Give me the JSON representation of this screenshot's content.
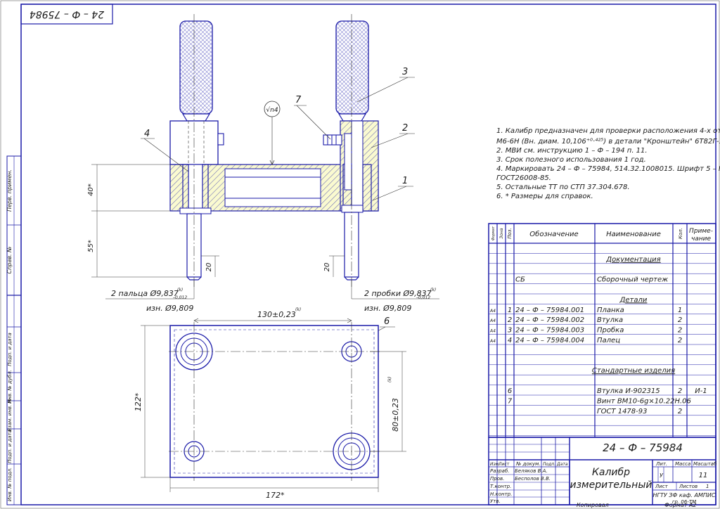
{
  "drawing": {
    "code_rotated": "24 – Ф – 75984",
    "roughness": "√n4",
    "callouts": [
      "1",
      "2",
      "3",
      "4",
      "6",
      "7"
    ]
  },
  "side_labels": [
    "Перв. примен.",
    "Справ. №",
    "Подп. и дата",
    "Инв. № дубл.",
    "Взам. инв. №",
    "Подп. и дата",
    "Инв. № подл."
  ],
  "dimensions": {
    "h40": "40*",
    "h55": "55*",
    "d20_left": "20",
    "d20_right": "20",
    "fingers": "2 пальца Ø9,837",
    "fingers_tol": "–0,012",
    "fingers_wear": "изн. Ø9,809",
    "probes": "2 пробки Ø9,837",
    "probes_tol": "–0,012",
    "probes_wear": "изн. Ø9,809",
    "k": "(k)",
    "d130": "130±0,23",
    "d80": "80±0,23",
    "d122": "122*",
    "d172": "172*"
  },
  "notes": [
    "1. Калибр предназначен для проверки расположения 4-х отверстий",
    "М6-6Н (Вн. диам. 10,106⁺⁰·⁴²⁵) в детали \"Кронштейн\" 6Т82Г-1.70.105.",
    "2. МВИ см. инструкцию 1 – Ф – 194 п. 11.",
    "3. Срок полезного использования 1 год.",
    "4. Маркировать 24 – Ф – 75984, 514.32.1008015. Шрифт 5 – Пр3",
    "ГОСТ26008-85.",
    "5. Остальные ТТ по СТП 37.304.678.",
    "6. * Размеры для справок."
  ],
  "spec": {
    "headers": {
      "format": "Формат",
      "zone": "Зона",
      "pos": "Поз.",
      "designation": "Обозначение",
      "name": "Наименование",
      "qty": "Кол.",
      "note1": "Приме-",
      "note2": "чание"
    },
    "rows": [
      {
        "format": "",
        "pos": "",
        "designation": "",
        "name": "Документация",
        "qty": "",
        "note": "",
        "section": true
      },
      {
        "format": "",
        "pos": "",
        "designation": "СБ",
        "name": "Сборочный чертеж",
        "qty": "",
        "note": "",
        "section": false
      },
      {
        "format": "",
        "pos": "",
        "designation": "",
        "name": "Детали",
        "qty": "",
        "note": "",
        "section": true
      },
      {
        "format": "А4",
        "pos": "1",
        "designation": "24 – Ф – 75984.001",
        "name": "Планка",
        "qty": "1",
        "note": "",
        "section": false
      },
      {
        "format": "А4",
        "pos": "2",
        "designation": "24 – Ф – 75984.002",
        "name": "Втулка",
        "qty": "2",
        "note": "",
        "section": false
      },
      {
        "format": "А4",
        "pos": "3",
        "designation": "24 – Ф – 75984.003",
        "name": "Пробка",
        "qty": "2",
        "note": "",
        "section": false
      },
      {
        "format": "А4",
        "pos": "4",
        "designation": "24 – Ф – 75984.004",
        "name": "Палец",
        "qty": "2",
        "note": "",
        "section": false
      },
      {
        "format": "",
        "pos": "",
        "designation": "",
        "name": "Стандартные изделия",
        "qty": "",
        "note": "",
        "section": true
      },
      {
        "format": "",
        "pos": "6",
        "designation": "",
        "name": "Втулка И-902315",
        "qty": "2",
        "note": "И-1",
        "section": false
      },
      {
        "format": "",
        "pos": "7",
        "designation": "",
        "name": "Винт ВМ10-6g×10.22Н.06",
        "qty": "",
        "note": "",
        "section": false
      },
      {
        "format": "",
        "pos": "",
        "designation": "",
        "name": "ГОСТ 1478-93",
        "qty": "2",
        "note": "",
        "section": false
      }
    ]
  },
  "title_block": {
    "code": "24 – Ф – 75984",
    "title1": "Калибр",
    "title2": "измерительный",
    "izm": "Изм.",
    "list": "Лист",
    "doc": "№ докум.",
    "podp": "Подп.",
    "date": "Дата",
    "razrab": "Разраб.",
    "razrab_name": "Беляков В.А.",
    "prov": "Пров.",
    "prov_name": "Бесполов В.В.",
    "tkontr": "Т.контр.",
    "nkontr": "Н.контр.",
    "utv": "Утв.",
    "lit": "Лит.",
    "mass": "Масса",
    "scale": "Масштаб",
    "lit_val": "У",
    "scale_val": "11",
    "sheet": "Лист",
    "sheets": "Листов",
    "sheets_val": "1",
    "org1": "НГТУ ЗФ каф. АМПИС",
    "org2": "гр. 06-ТМ",
    "copied": "Копировал",
    "format": "Формат  А2"
  }
}
